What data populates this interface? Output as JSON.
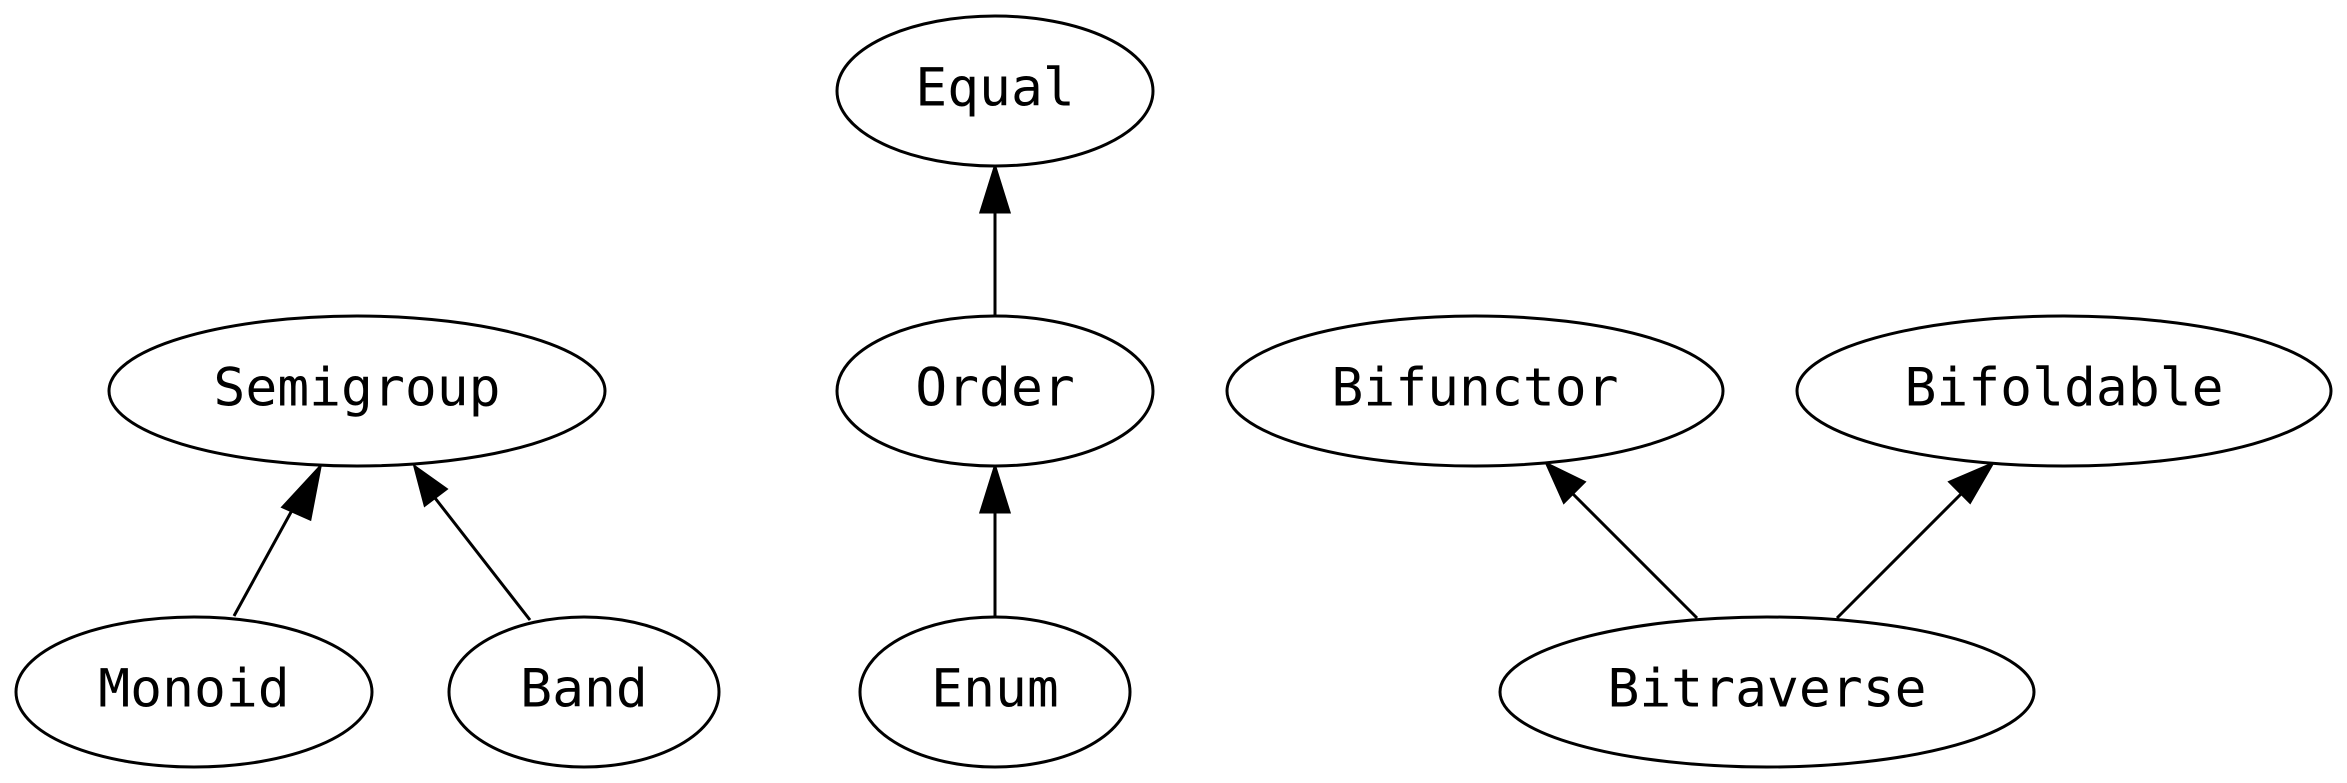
{
  "colors": {
    "background": "#ffffff",
    "stroke": "#000000",
    "text": "#000000"
  },
  "nodes": [
    {
      "id": "equal",
      "label": "Equal"
    },
    {
      "id": "semigroup",
      "label": "Semigroup"
    },
    {
      "id": "order",
      "label": "Order"
    },
    {
      "id": "bifunctor",
      "label": "Bifunctor"
    },
    {
      "id": "bifoldable",
      "label": "Bifoldable"
    },
    {
      "id": "monoid",
      "label": "Monoid"
    },
    {
      "id": "band",
      "label": "Band"
    },
    {
      "id": "enum",
      "label": "Enum"
    },
    {
      "id": "bitraverse",
      "label": "Bitraverse"
    }
  ],
  "edges": [
    {
      "from": "Order",
      "to": "Equal"
    },
    {
      "from": "Monoid",
      "to": "Semigroup"
    },
    {
      "from": "Band",
      "to": "Semigroup"
    },
    {
      "from": "Enum",
      "to": "Order"
    },
    {
      "from": "Bitraverse",
      "to": "Bifunctor"
    },
    {
      "from": "Bitraverse",
      "to": "Bifoldable"
    }
  ]
}
